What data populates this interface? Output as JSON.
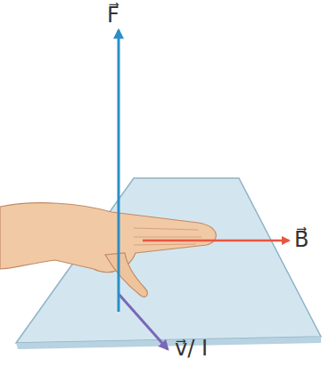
{
  "diagram": {
    "labels": [
      "F⃗",
      "B⃗",
      "v⃗/ I"
    ]
  }
}
